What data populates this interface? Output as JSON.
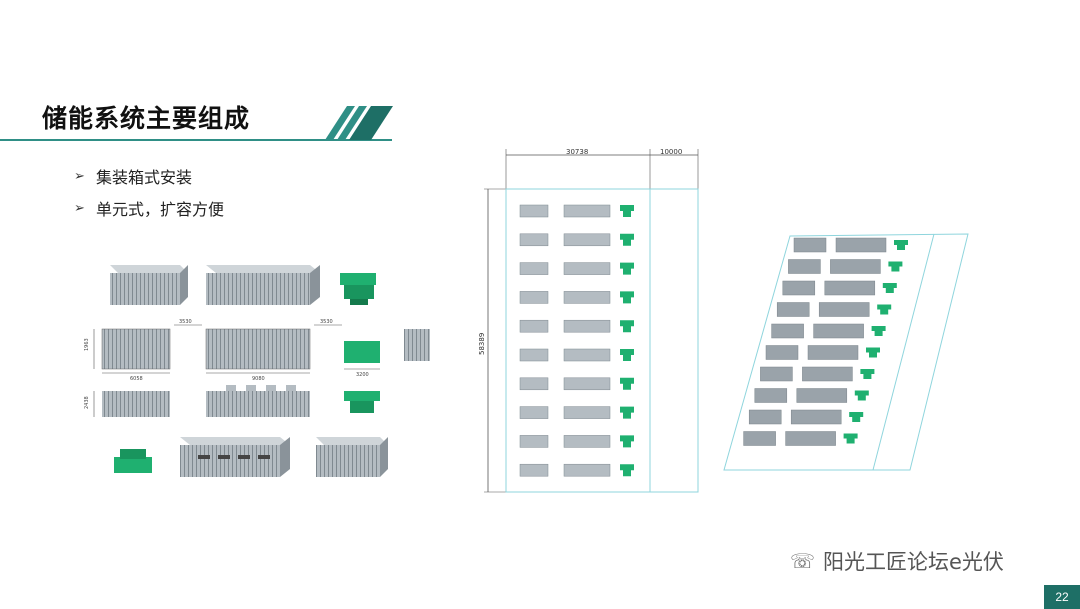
{
  "slide": {
    "title": "储能系统主要组成",
    "bullets": [
      "集装箱式安装",
      "单元式，扩容方便"
    ],
    "watermark": "阳光工匠论坛e光伏",
    "page_number": "22"
  },
  "plan": {
    "dim_width_main": "30738",
    "dim_width_aux": "10000",
    "dim_height": "58389",
    "rows": 10
  },
  "components": {
    "dim_labels": [
      "1963",
      "3530",
      "3530",
      "6058",
      "9080",
      "3200",
      "2438"
    ]
  },
  "colors": {
    "accent_teal": "#1e6f66",
    "pcs_green": "#1fb070",
    "container_gray": "#9aa3aa"
  }
}
